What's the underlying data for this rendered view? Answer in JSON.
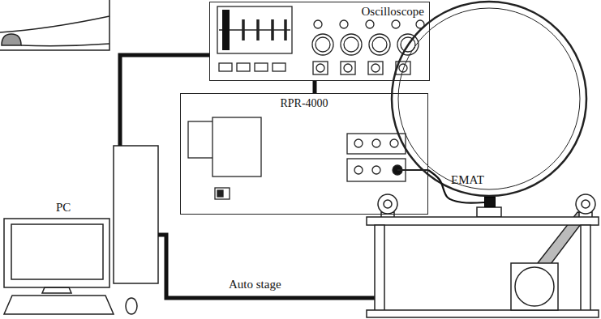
{
  "diagram": {
    "nodes": [
      {
        "text": [
          "Oscilloscope"
        ]
      },
      {
        "text": [
          "RPR-4000"
        ]
      },
      {
        "text": [
          "PC"
        ]
      },
      {
        "text": [
          "EMAT"
        ]
      }
    ],
    "edges": [
      {
        "from": 2,
        "to": 0,
        "arrow": "none"
      },
      {
        "from": 0,
        "to": 1,
        "arrow": "none"
      },
      {
        "from": 1,
        "to": 3,
        "arrow": "none"
      }
    ],
    "labels": [
      "Auto stage"
    ]
  }
}
